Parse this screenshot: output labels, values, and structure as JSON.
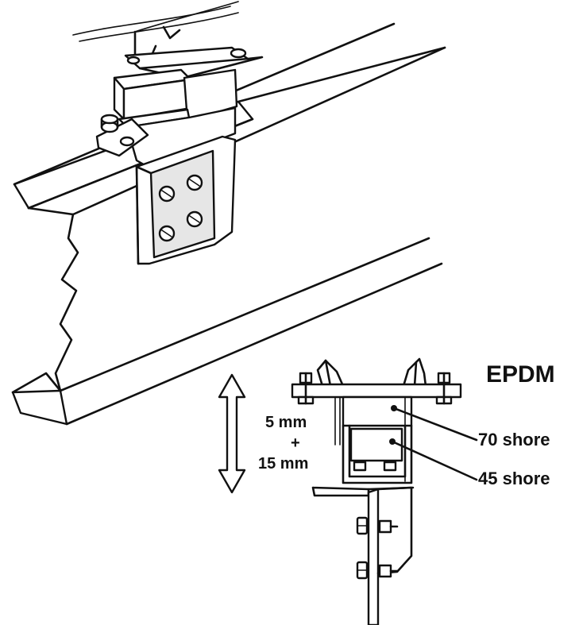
{
  "labels": {
    "material": "EPDM",
    "travel_top": "5 mm",
    "travel_plus": "+",
    "travel_bottom": "15 mm",
    "upper_pad": "70 shore",
    "lower_pad": "45 shore"
  }
}
